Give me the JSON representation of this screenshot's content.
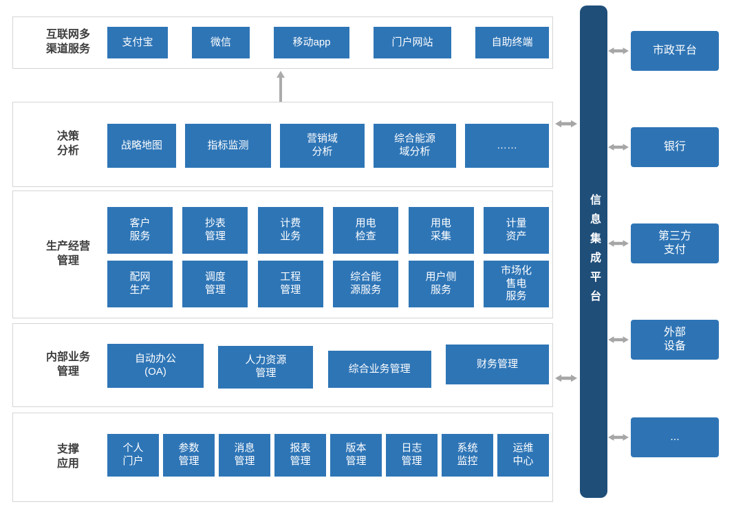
{
  "colors": {
    "box_blue": "#2E75B6",
    "external_box_blue": "#2E74B5",
    "integration_bar_blue": "#1F4E79",
    "arrow_gray": "#A6A6A6",
    "section_border_gray": "#D4D4D4",
    "section_label_dark": "#3D3D3D"
  },
  "sections": {
    "internet": {
      "label": "互联网多\n渠道服务",
      "items": [
        "支付宝",
        "微信",
        "移动app",
        "门户网站",
        "自助终端"
      ]
    },
    "decision": {
      "label": "决策\n分析",
      "items": [
        "战略地图",
        "指标监测",
        "营销域\n分析",
        "综合能源\n域分析",
        "……"
      ]
    },
    "production": {
      "label": "生产经营\n管理",
      "row1": [
        "客户\n服务",
        "抄表\n管理",
        "计费\n业务",
        "用电\n检查",
        "用电\n采集",
        "计量\n资产"
      ],
      "row2": [
        "配网\n生产",
        "调度\n管理",
        "工程\n管理",
        "综合能\n源服务",
        "用户侧\n服务",
        "市场化\n售电\n服务"
      ]
    },
    "internal": {
      "label": "内部业务\n管理",
      "items": [
        "自动办公\n(OA)",
        "人力资源\n管理",
        "综合业务管理",
        "财务管理"
      ]
    },
    "support": {
      "label": "支撑\n应用",
      "items": [
        "个人\n门户",
        "参数\n管理",
        "消息\n管理",
        "报表\n管理",
        "版本\n管理",
        "日志\n管理",
        "系统\n监控",
        "运维\n中心"
      ]
    }
  },
  "integration_bar": {
    "label": "信息集成平台"
  },
  "external_systems": [
    "市政平台",
    "银行",
    "第三方\n支付",
    "外部\n设备",
    "..."
  ]
}
